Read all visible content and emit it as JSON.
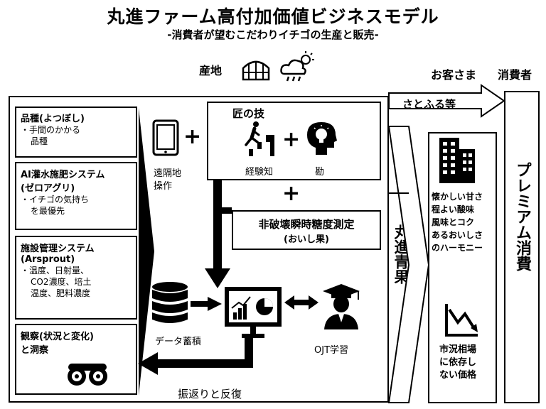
{
  "header": {
    "title": "丸進ファーム高付加価値ビジネスモデル",
    "subtitle": "-消費者が望むこだわりイチゴの生産と販売-"
  },
  "top": {
    "origin_label": "産地",
    "customer_label": "お客さま",
    "consumer_label": "消費者"
  },
  "left_panel": {
    "variety": {
      "title": "品種(よつぼし)",
      "bullet": "・手間のかかる",
      "bullet_cont": "品種"
    },
    "irrigation": {
      "title": "AI灌水施肥システム",
      "title2": "(ゼロアグリ)",
      "bullet": "・イチゴの気持ち",
      "bullet_cont": "を最優先"
    },
    "facility": {
      "title": "施設管理システム",
      "title2": "(Arsprout)",
      "bullet1": "・温度、日射量、",
      "bullet2": "CO2濃度、培土",
      "bullet3": "温度、肥料濃度"
    },
    "observation": {
      "title": "観察(状況と変化)",
      "title2": "と洞察"
    }
  },
  "center": {
    "remote_label1": "遠隔地",
    "remote_label2": "操作",
    "skill_title": "匠の技",
    "experience_label": "経験知",
    "intuition_label": "勘",
    "measure_title": "非破壊瞬時糖度測定",
    "measure_sub": "(おいし果)",
    "data_label": "データ蓄積",
    "ojt_label": "OJT学習",
    "feedback_label": "振返りと反復"
  },
  "right": {
    "product_label": "丸進青果",
    "sales_label": "さとふる等",
    "taste1": "懐かしい甘さ",
    "taste2": "程よい酸味",
    "taste3": "風味とコク",
    "taste4": "あるおいしさ",
    "taste5": "のハーモニー",
    "price1": "市況相場",
    "price2": "に依存し",
    "price3": "ない価格",
    "premium_label": "プレミアム消費"
  }
}
